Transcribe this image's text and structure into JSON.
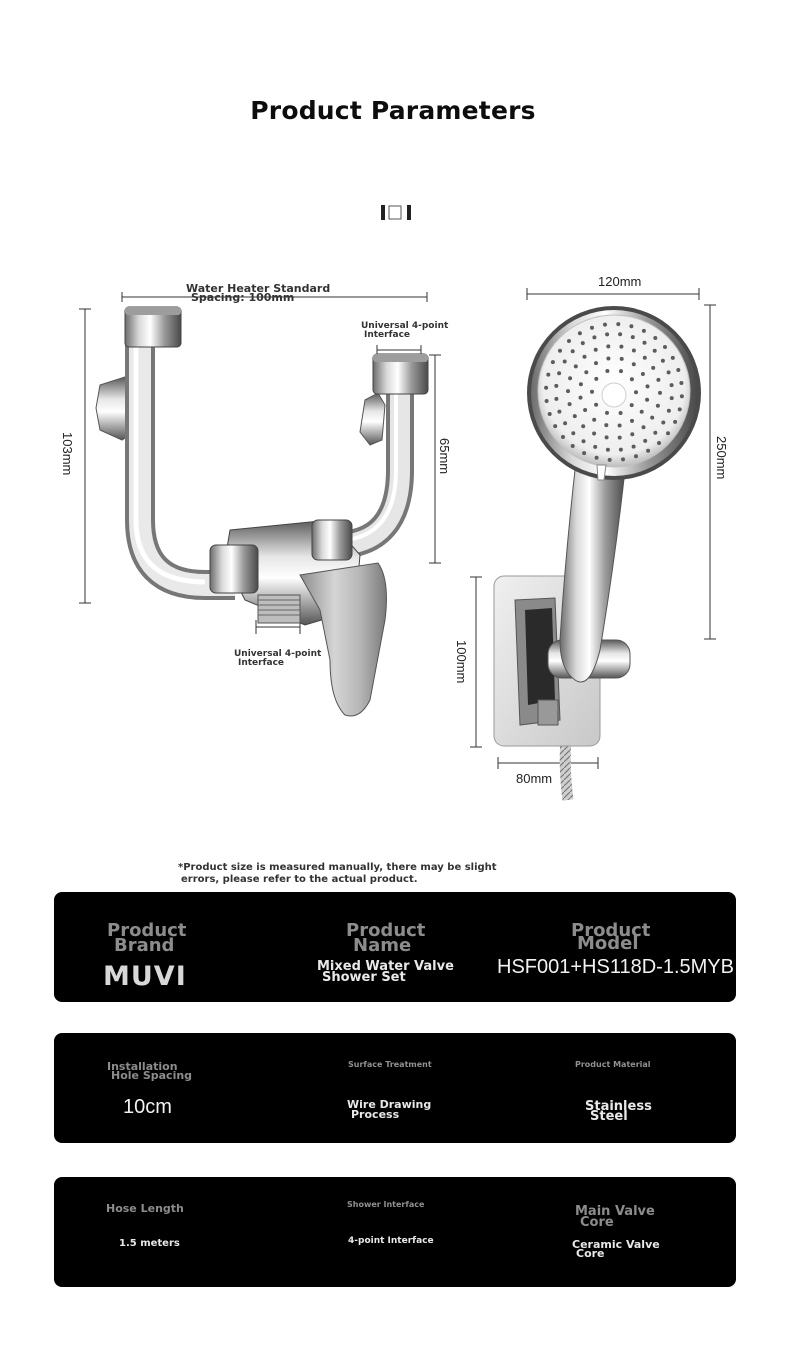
{
  "title": "Product Parameters",
  "dimensions": {
    "spacing_line1": "Water Heater Standard",
    "spacing_line2": "Spacing: 100mm",
    "top_interface_line1": "Universal 4-point",
    "top_interface_line2": "Interface",
    "bottom_interface_line1": "Universal 4-point",
    "bottom_interface_line2": "Interface",
    "valve_height": "103mm",
    "pipe_height": "65mm",
    "head_width": "120mm",
    "head_height": "250mm",
    "holder_height": "100mm",
    "holder_width": "80mm"
  },
  "note_line1": "*Product size is measured manually, there may be slight",
  "note_line2": "errors, please refer to the actual product.",
  "specs": {
    "row1": {
      "brand_label_1": "Product",
      "brand_label_2": "Brand",
      "brand_value": "MUVI",
      "name_label_1": "Product",
      "name_label_2": "Name",
      "name_value_1": "Mixed Water Valve",
      "name_value_2": "Shower Set",
      "model_label_1": "Product",
      "model_label_2": "Model",
      "model_value": "HSF001+HS118D-1.5MYB"
    },
    "row2": {
      "spacing_label_1": "Installation",
      "spacing_label_2": "Hole Spacing",
      "spacing_value": "10cm",
      "surface_label": "Surface Treatment",
      "surface_value_1": "Wire Drawing",
      "surface_value_2": "Process",
      "material_label": "Product Material",
      "material_value_1": "Stainless",
      "material_value_2": "Steel"
    },
    "row3": {
      "hose_label": "Hose Length",
      "hose_value": "1.5 meters",
      "interface_label": "Shower Interface",
      "interface_value": "4-point Interface",
      "core_label_1": "Main Valve",
      "core_label_2": "Core",
      "core_value_1": "Ceramic Valve",
      "core_value_2": "Core"
    }
  }
}
